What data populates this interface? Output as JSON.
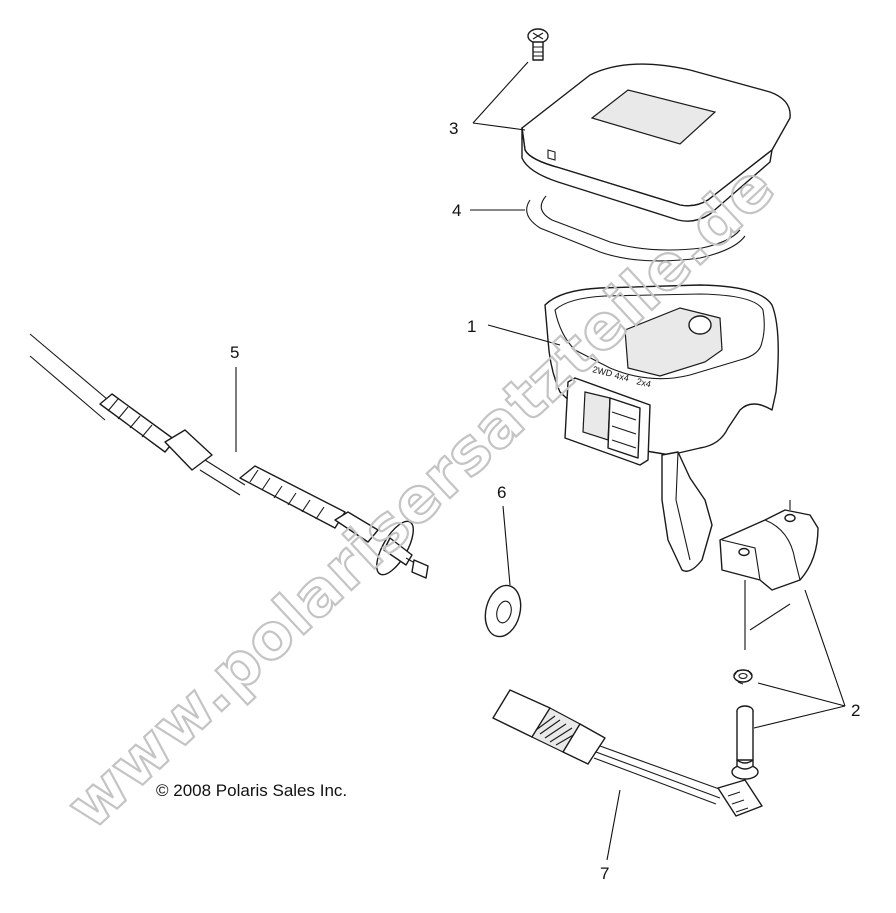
{
  "watermark": "www.polarisersatzteile.de",
  "copyright": "© 2008 Polaris Sales Inc.",
  "switch_labels": [
    "2WD",
    "4x4",
    "2x4"
  ],
  "callouts": [
    "1",
    "2",
    "2",
    "3",
    "4",
    "5",
    "6",
    "7"
  ]
}
